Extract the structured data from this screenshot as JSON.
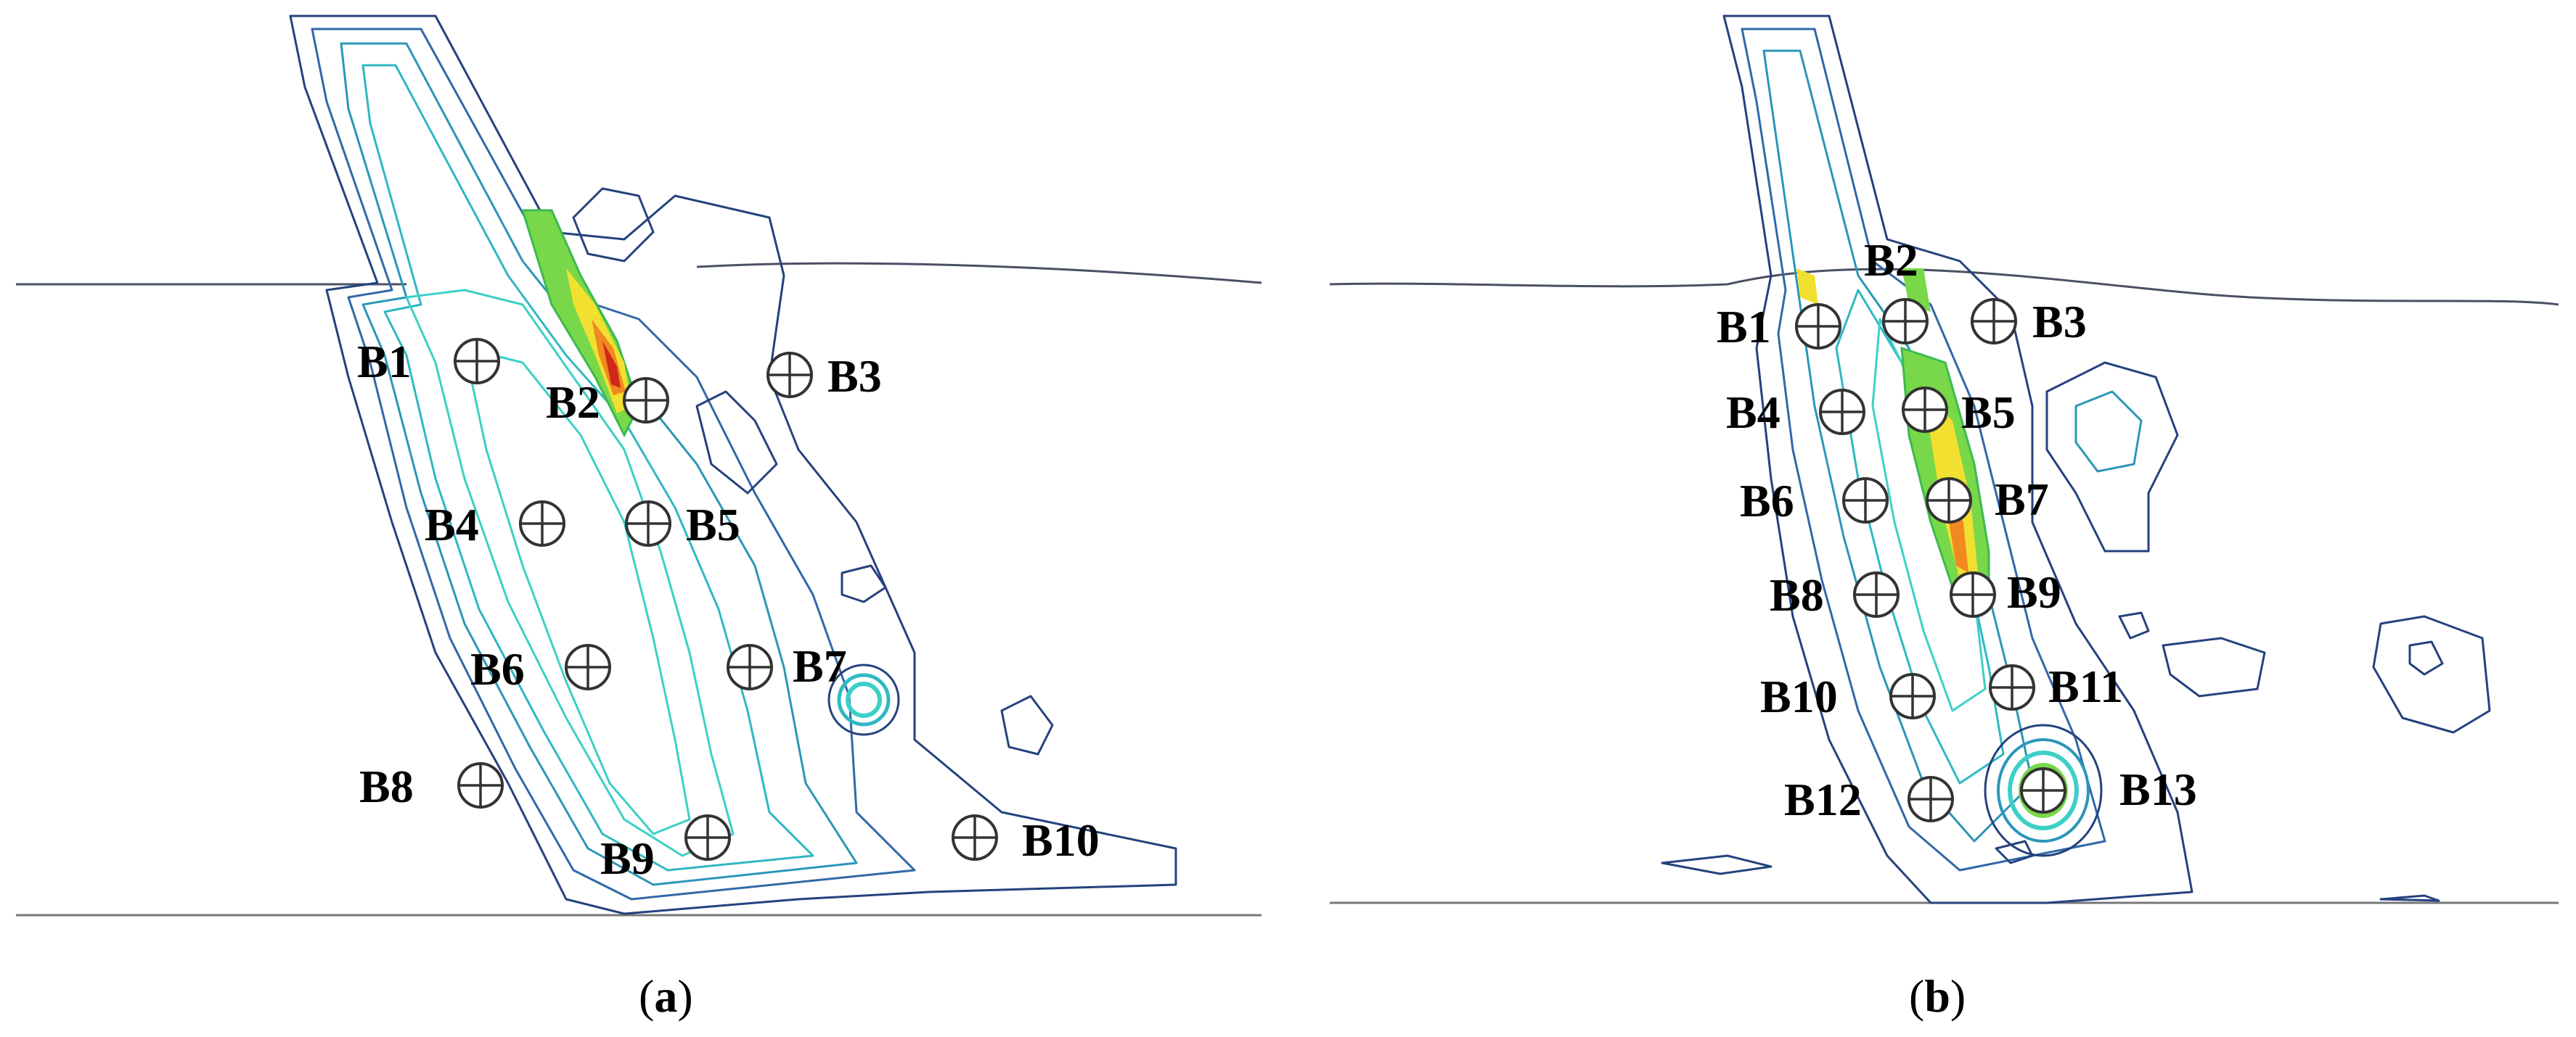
{
  "panels": [
    {
      "caption_open": "(",
      "caption_letter": "a",
      "caption_close": ")",
      "probes": [
        "B1",
        "B2",
        "B3",
        "B4",
        "B5",
        "B6",
        "B7",
        "B8",
        "B9",
        "B10"
      ]
    },
    {
      "caption_open": "(",
      "caption_letter": "b",
      "caption_close": ")",
      "probes": [
        "B1",
        "B2",
        "B3",
        "B4",
        "B5",
        "B6",
        "B7",
        "B8",
        "B9",
        "B10",
        "B11",
        "B12",
        "B13"
      ]
    }
  ],
  "colors": {
    "outline": "#3a4a6b",
    "ground": "#888888",
    "contour_outer": "#1f3f80",
    "contour_mid": "#2a9fb0",
    "contour_inner": "#36d0c8",
    "peak_green": "#78d84a",
    "peak_yellow": "#f2e030",
    "peak_orange": "#f08a20",
    "peak_red": "#d02818"
  }
}
